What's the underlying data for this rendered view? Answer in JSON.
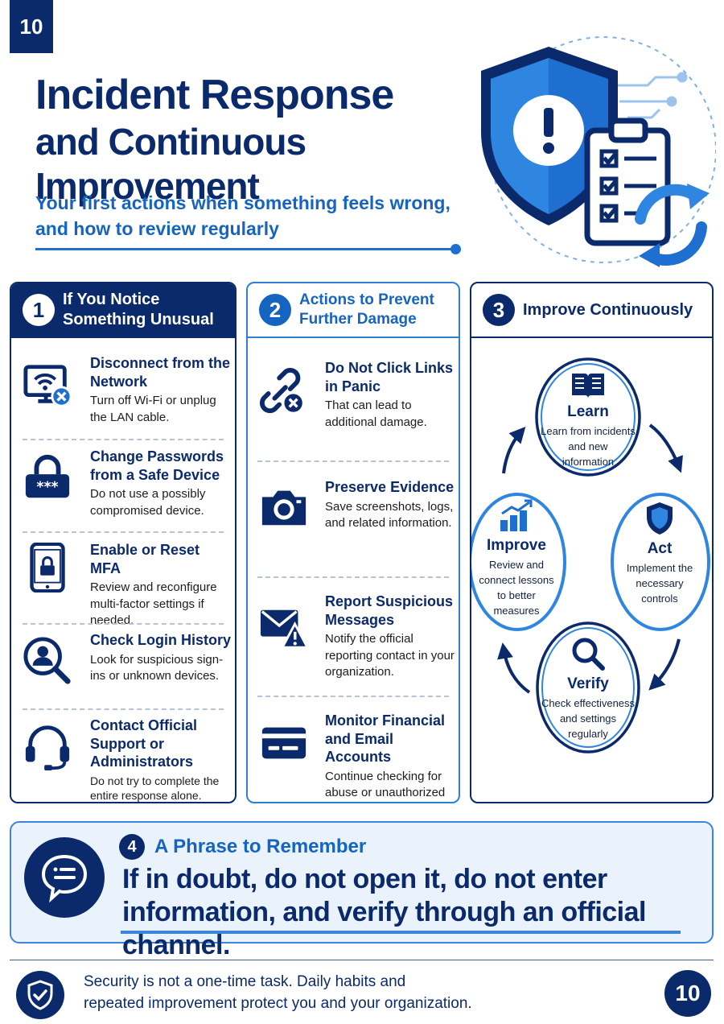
{
  "page_number": "10",
  "title": {
    "line1": "Incident Response",
    "line2": "and Continuous Improvement"
  },
  "subtitle": {
    "line1": "Your first actions when something feels wrong,",
    "line2": "and how to review regularly"
  },
  "columns": [
    {
      "number": "1",
      "title_line1": "If You Notice",
      "title_line2": "Something Unusual",
      "items": [
        {
          "icon": "monitor-wifi-x-icon",
          "title": "Disconnect from the Network",
          "text": "Turn off Wi-Fi or unplug the LAN cable."
        },
        {
          "icon": "lock-password-icon",
          "title": "Change Passwords from a Safe Device",
          "text": "Do not use a possibly compromised device."
        },
        {
          "icon": "phone-lock-icon",
          "title": "Enable or Reset MFA",
          "text": "Review and reconfigure multi-factor settings if needed."
        },
        {
          "icon": "user-search-icon",
          "title": "Check Login History",
          "text": "Look for suspicious sign-ins or unknown devices."
        },
        {
          "icon": "headset-icon",
          "title": "Contact Official Support or Administrators",
          "text": "Do not try to complete the entire response alone."
        }
      ]
    },
    {
      "number": "2",
      "title_line1": "Actions to Prevent",
      "title_line2": "Further Damage",
      "items": [
        {
          "icon": "broken-link-icon",
          "title": "Do Not Click Links in Panic",
          "text": "That can lead to additional damage."
        },
        {
          "icon": "camera-icon",
          "title": "Preserve Evidence",
          "text": "Save screenshots, logs, and related information."
        },
        {
          "icon": "mail-warning-icon",
          "title": "Report Suspicious Messages",
          "text": "Notify the official reporting contact in your organization."
        },
        {
          "icon": "credit-card-icon",
          "title": "Monitor Financial and Email Accounts",
          "text": "Continue checking for abuse or unauthorized actions."
        }
      ]
    },
    {
      "number": "3",
      "title_line1": "Improve Continuously",
      "cycle": [
        {
          "icon": "book-icon",
          "title": "Learn",
          "text": [
            "Learn from incidents",
            "and new",
            "information"
          ]
        },
        {
          "icon": "shield-icon",
          "title": "Act",
          "text": [
            "Implement the",
            "necessary",
            "controls"
          ]
        },
        {
          "icon": "magnifier-icon",
          "title": "Verify",
          "text": [
            "Check effectiveness",
            "and settings",
            "regularly"
          ]
        },
        {
          "icon": "bar-chart-icon",
          "title": "Improve",
          "text": [
            "Review and",
            "connect lessons",
            "to better",
            "measures"
          ]
        }
      ]
    }
  ],
  "phrase": {
    "number": "4",
    "heading": "A Phrase to Remember",
    "line1": "If in doubt, do not open it, do not enter",
    "line2": "information, and verify through an official channel."
  },
  "footer": {
    "line1": "Security is not a one-time task. Daily habits and",
    "line2": "repeated improvement protect you and your organization.",
    "page_number": "10"
  },
  "colors": {
    "navy": "#0b2a6b",
    "blue": "#1565c0",
    "light_blue": "#3b86d8",
    "panel_bg": "#eaf2fc"
  }
}
